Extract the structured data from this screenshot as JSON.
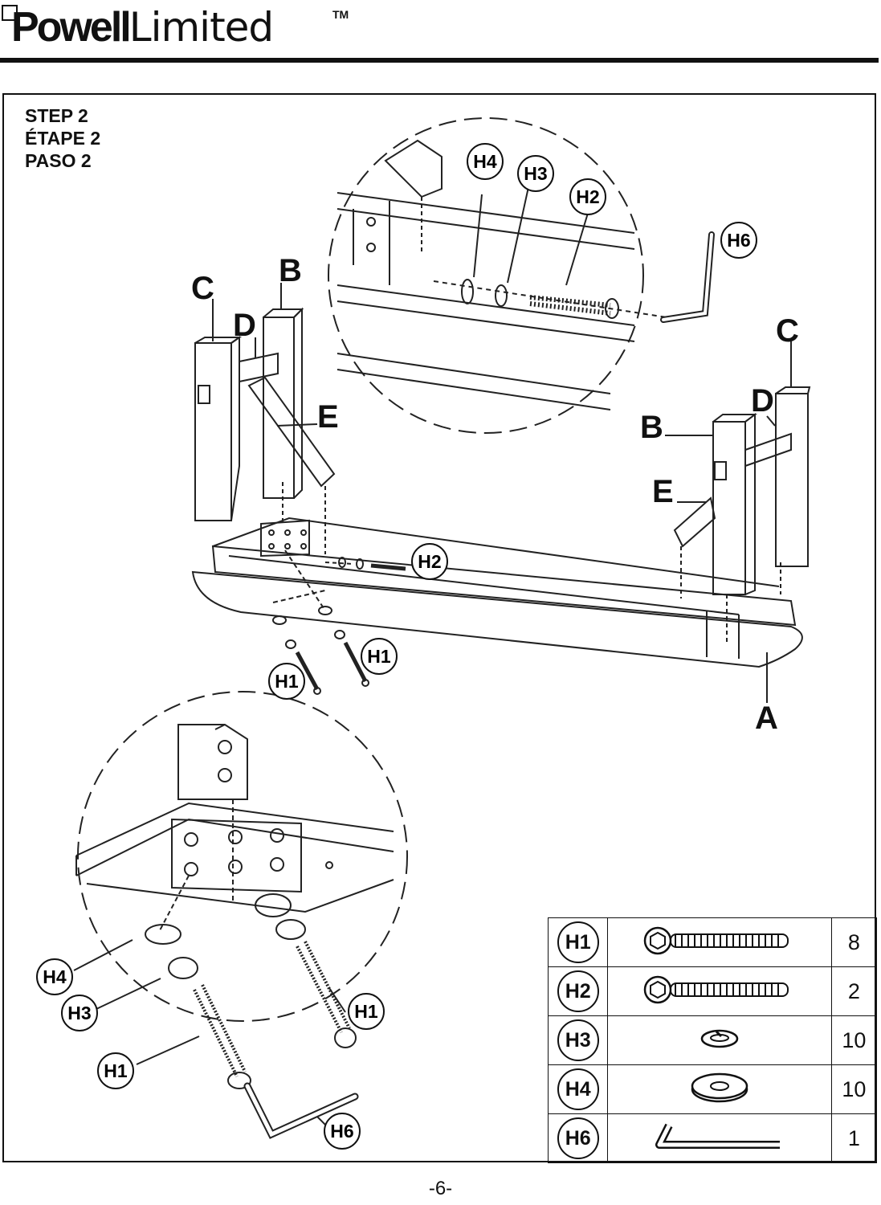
{
  "header": {
    "brand_bold": "Powell",
    "brand_light": "Limited",
    "trademark": "TM"
  },
  "step": {
    "en": "STEP 2",
    "fr": "ÉTAPE 2",
    "es": "PASO 2"
  },
  "diagram_labels": {
    "A": "A",
    "B": "B",
    "C": "C",
    "D": "D",
    "E": "E",
    "H1": "H1",
    "H2": "H2",
    "H3": "H3",
    "H4": "H4",
    "H6": "H6"
  },
  "hardware": [
    {
      "code": "H1",
      "qty": "8",
      "icon": "bolt-long-icon"
    },
    {
      "code": "H2",
      "qty": "2",
      "icon": "bolt-long-icon"
    },
    {
      "code": "H3",
      "qty": "10",
      "icon": "lock-washer-icon"
    },
    {
      "code": "H4",
      "qty": "10",
      "icon": "flat-washer-icon"
    },
    {
      "code": "H6",
      "qty": "1",
      "icon": "allen-key-icon"
    }
  ],
  "page_number": "-6-"
}
